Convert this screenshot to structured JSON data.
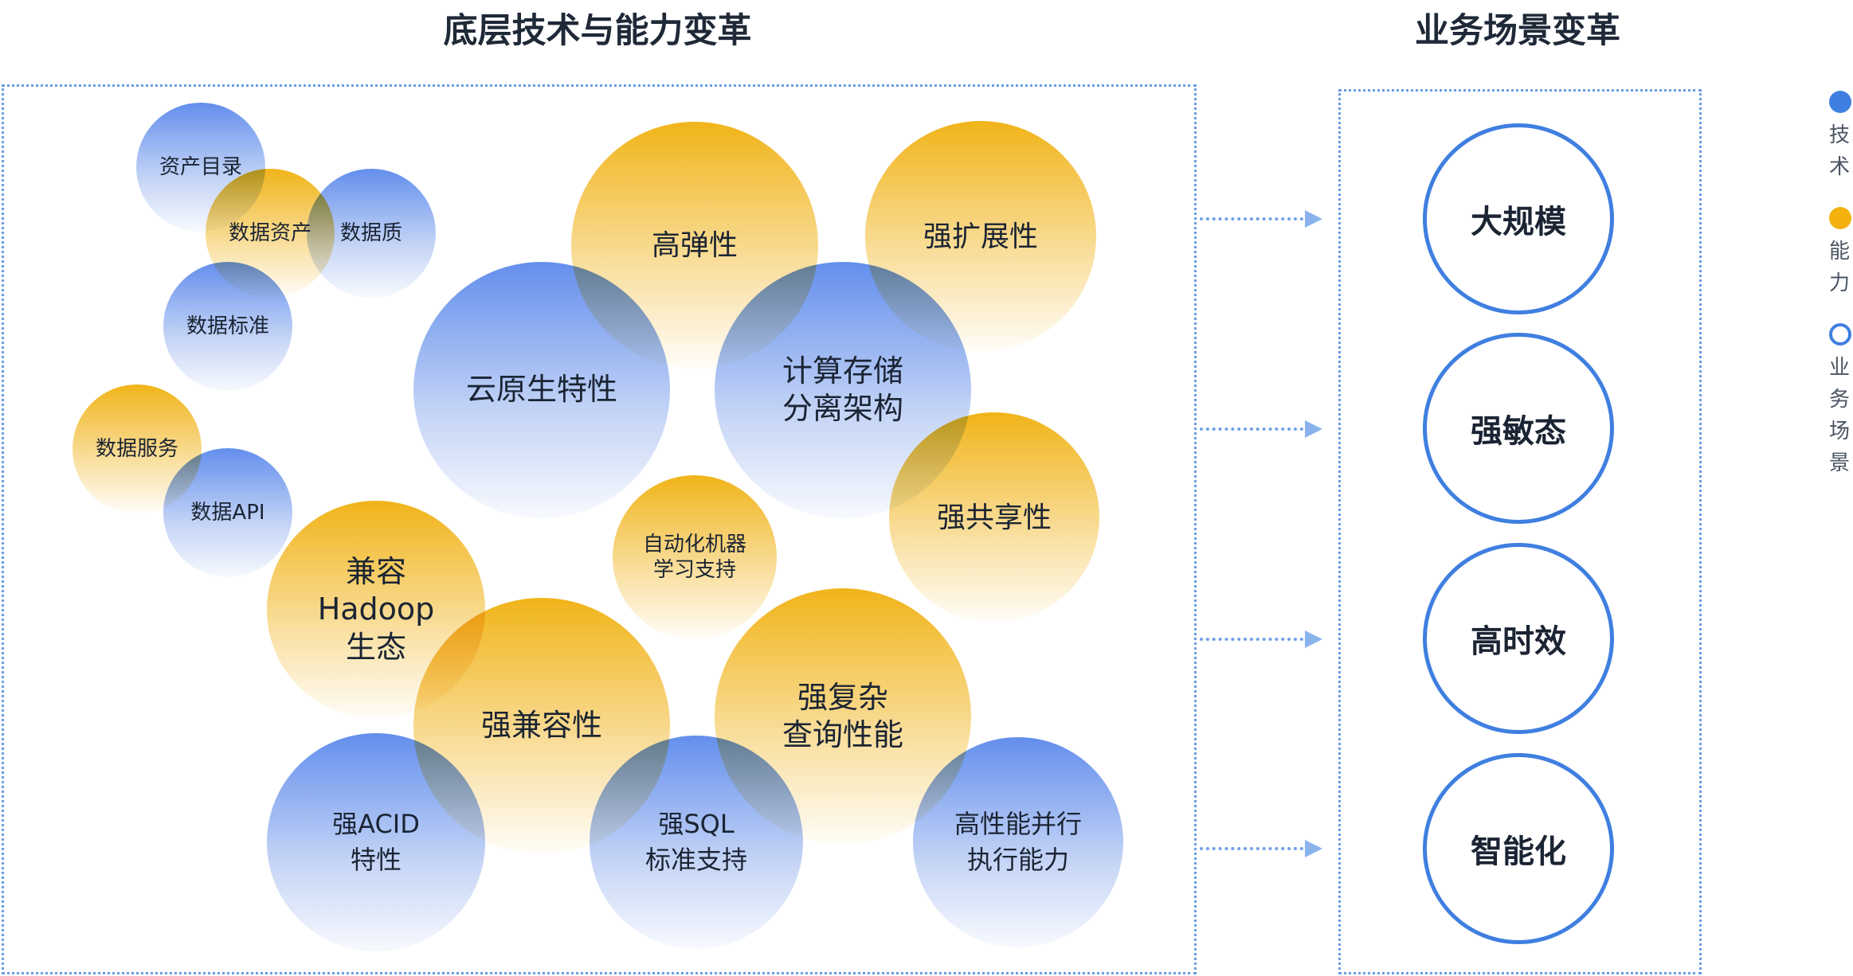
{
  "titles": {
    "left": "底层技术与能力变革",
    "right": "业务场景变革"
  },
  "colors": {
    "tech": "#4f86ee",
    "capability": "#f2b10d",
    "scene_border": "#3f7fe0",
    "panel_border": "#6a9ce3"
  },
  "bubbles": {
    "zichan_mulu": {
      "label": "资产目录",
      "kind": "tech"
    },
    "shuju_zichan": {
      "label": "数据资产",
      "kind": "capability"
    },
    "shujuzhi": {
      "label": "数据质",
      "kind": "tech"
    },
    "shuju_biaozhun": {
      "label": "数据标准",
      "kind": "tech"
    },
    "shuju_fuwu": {
      "label": "数据服务",
      "kind": "capability"
    },
    "shuju_api": {
      "label": "数据API",
      "kind": "tech"
    },
    "gao_tanxing": {
      "label": "高弹性",
      "kind": "capability"
    },
    "qiang_kuozhan": {
      "label": "强扩展性",
      "kind": "capability"
    },
    "yunyuansheng": {
      "label": "云原生特性",
      "kind": "tech"
    },
    "jisuan_cunchu": {
      "label": "计算存储\n分离架构",
      "kind": "tech"
    },
    "qiang_gongxiang": {
      "label": "强共享性",
      "kind": "capability"
    },
    "zidonghua": {
      "label": "自动化机器\n学习支持",
      "kind": "capability"
    },
    "jianrong_hadoop": {
      "label": "兼容\nHadoop\n生态",
      "kind": "capability"
    },
    "qiang_jianrong": {
      "label": "强兼容性",
      "kind": "capability"
    },
    "qiang_fuza": {
      "label": "强复杂\n查询性能",
      "kind": "capability"
    },
    "qiang_acid": {
      "label": "强ACID\n特性",
      "kind": "tech"
    },
    "qiang_sql": {
      "label": "强SQL\n标准支持",
      "kind": "tech"
    },
    "gaoxingneng": {
      "label": "高性能并行\n执行能力",
      "kind": "tech"
    }
  },
  "scenes": [
    "大规模",
    "强敏态",
    "高时效",
    "智能化"
  ],
  "legend": [
    {
      "label": "技术",
      "icon": "filled-blue-circle"
    },
    {
      "label": "能力",
      "icon": "filled-yellow-circle"
    },
    {
      "label": "业务场景",
      "icon": "outlined-blue-circle"
    }
  ]
}
